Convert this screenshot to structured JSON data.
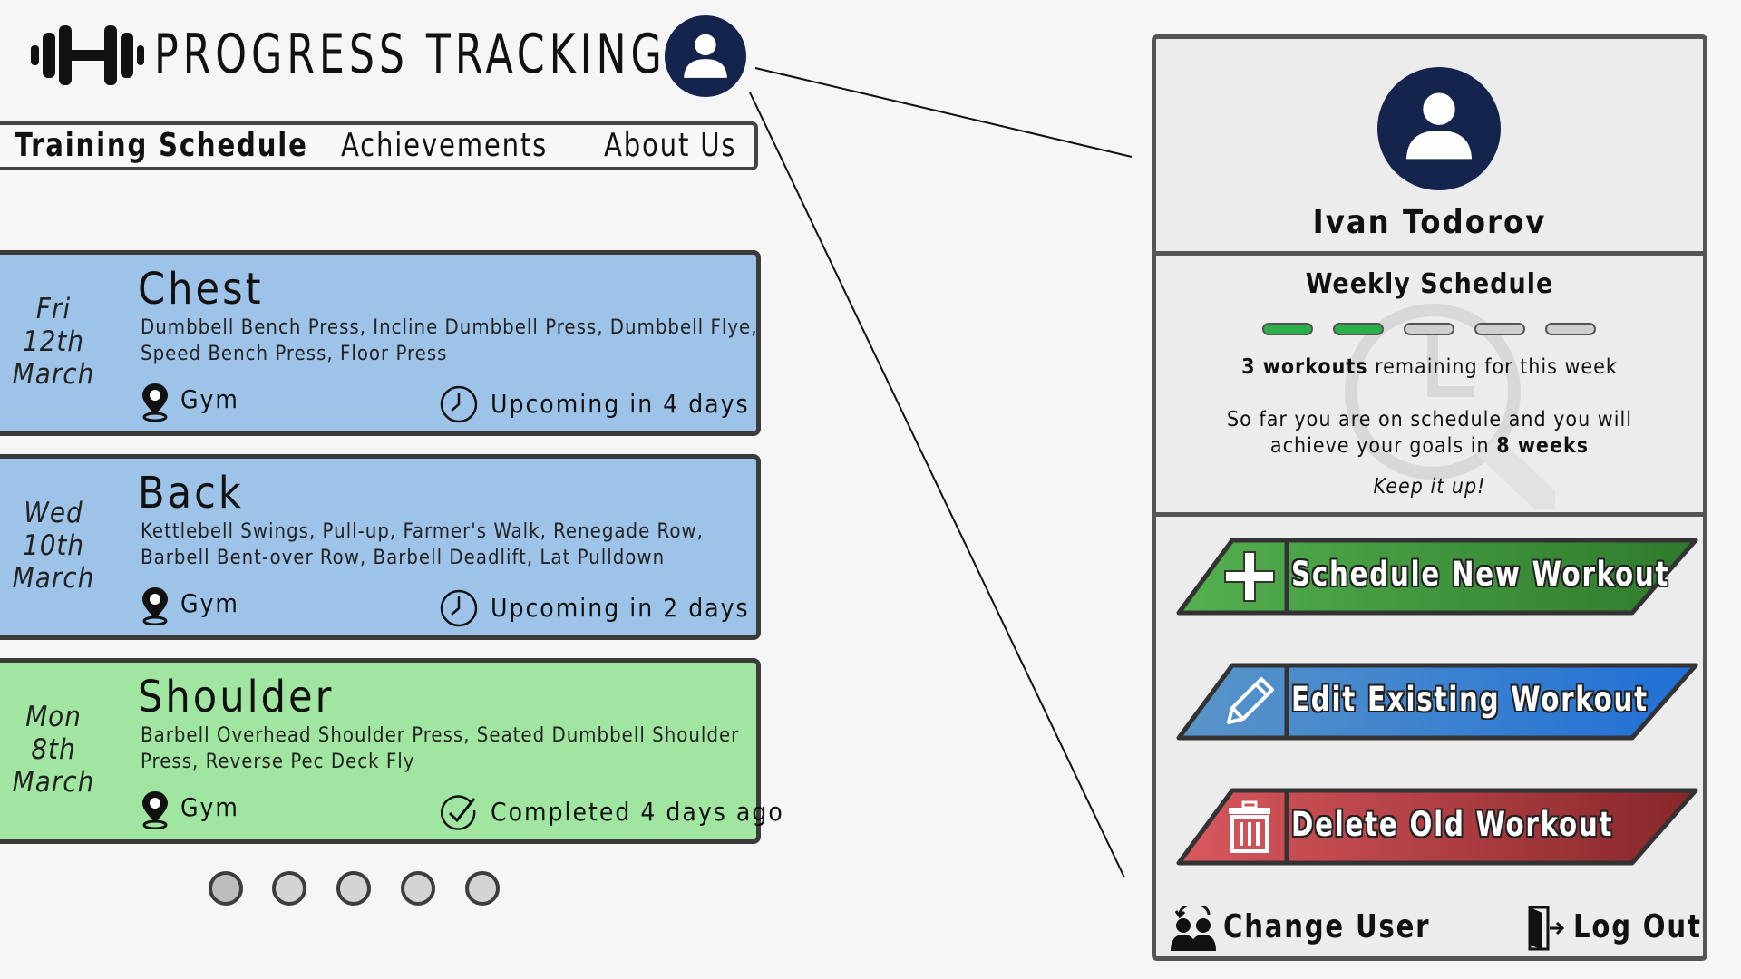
{
  "app": {
    "title": "PROGRESS TRACKING"
  },
  "nav": {
    "items": [
      {
        "label": "Training Schedule",
        "active": true
      },
      {
        "label": "Achievements"
      },
      {
        "label": "About Us"
      }
    ]
  },
  "workouts": [
    {
      "day": "Fri",
      "date": "12th",
      "month": "March",
      "title": "Chest",
      "exercises": "Dumbbell Bench Press, Incline Dumbbell Press, Dumbbell Flye, Speed Bench Press, Floor Press",
      "location": "Gym",
      "status": "Upcoming in 4 days",
      "state": "upcoming",
      "color": "#9ec3e8"
    },
    {
      "day": "Wed",
      "date": "10th",
      "month": "March",
      "title": "Back",
      "exercises": "Kettlebell Swings, Pull-up, Farmer's Walk, Renegade Row, Barbell Bent-over Row, Barbell Deadlift, Lat Pulldown",
      "location": "Gym",
      "status": "Upcoming in 2 days",
      "state": "upcoming",
      "color": "#9ec3e8"
    },
    {
      "day": "Mon",
      "date": "8th",
      "month": "March",
      "title": "Shoulder",
      "exercises": "Barbell Overhead Shoulder Press, Seated Dumbbell Shoulder Press, Reverse Pec Deck Fly",
      "location": "Gym",
      "status": "Completed 4 days ago",
      "state": "completed",
      "color": "#a0e5a0"
    }
  ],
  "pager": {
    "pages": 5,
    "current": 1
  },
  "profile": {
    "name": "Ivan Todorov",
    "weekly": {
      "title": "Weekly Schedule",
      "completed": 2,
      "total": 5,
      "remaining_count": "3 workouts",
      "remaining_suffix": " remaining for this week",
      "status_line1": "So far you are on schedule and you will",
      "status_line2_prefix": "achieve your goals in ",
      "status_line2_bold": "8 weeks",
      "keep": "Keep it up!"
    },
    "actions": {
      "schedule": "Schedule New Workout",
      "edit": "Edit Existing Workout",
      "delete": "Delete Old Workout"
    },
    "footer": {
      "change_user": "Change User",
      "logout": "Log Out"
    }
  },
  "colors": {
    "navy": "#15244d",
    "schedule": [
      "#54b04f",
      "#2e7a2c"
    ],
    "edit": [
      "#5a95c8",
      "#1f6fd6"
    ],
    "delete": [
      "#d9585e",
      "#86262a"
    ],
    "progress_done": "#29b04a",
    "progress_todo": "#cfcfcf"
  },
  "icons": [
    "dumbbell-icon",
    "user-icon",
    "location-pin-icon",
    "clock-icon",
    "check-icon",
    "plus-icon",
    "pencil-icon",
    "trash-icon",
    "change-user-icon",
    "logout-icon"
  ]
}
